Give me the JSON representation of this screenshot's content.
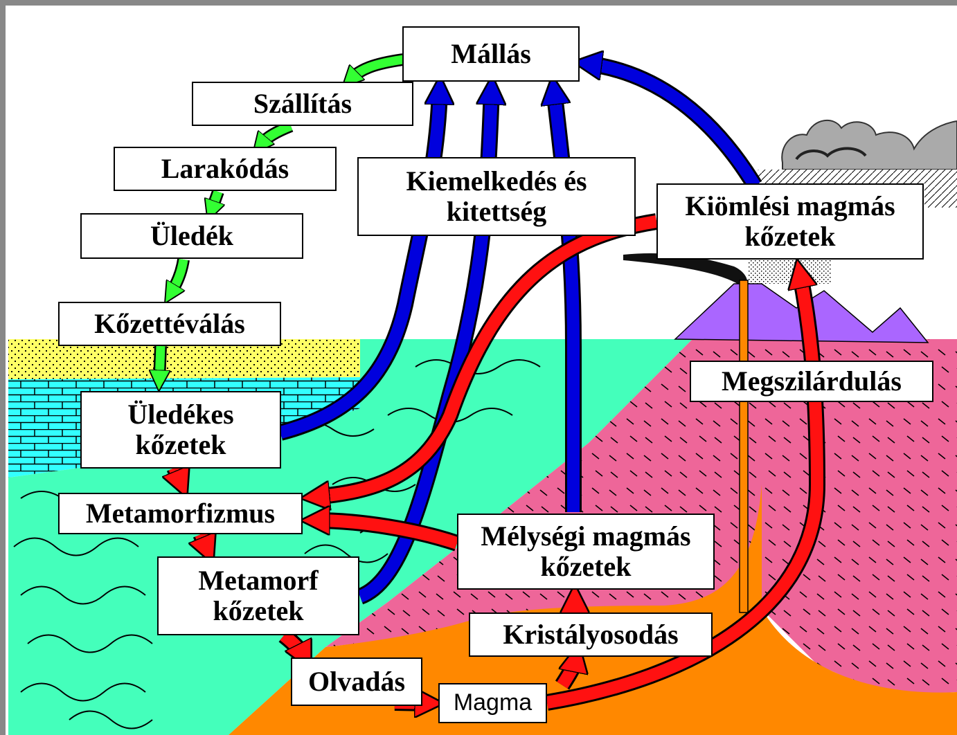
{
  "labels": {
    "mallas": "Mállás",
    "szallitas": "Szállítás",
    "larakodas": "Larakódás",
    "uledek": "Üledék",
    "kozettevalas": "Kőzettéválás",
    "uledekes_1": "Üledékes",
    "uledekes_2": "kőzetek",
    "metamorfizmus": "Metamorfizmus",
    "metamorf_1": "Metamorf",
    "metamorf_2": "kőzetek",
    "olvadas": "Olvadás",
    "magma": "Magma",
    "kristalyosodas": "Kristályosodás",
    "melysegi_1": "Mélységi magmás",
    "melysegi_2": "kőzetek",
    "megszilardulas": "Megszilárdulás",
    "kiomlesi_1": "Kiömlési magmás",
    "kiomlesi_2": "kőzetek",
    "kiemelkedes_1": "Kiemelkedés és",
    "kiemelkedes_2": "kitettség"
  },
  "colors": {
    "sediment_yellow": "#ffff66",
    "sediment_cyan": "#33ffff",
    "metamorphic_green": "#44ffbb",
    "igneous_pink": "#ee6699",
    "magma_orange": "#ff8800",
    "volcano_purple": "#aa66ff",
    "arrow_green": "#33ff33",
    "arrow_blue": "#0000dd",
    "arrow_red": "#ff1111"
  }
}
